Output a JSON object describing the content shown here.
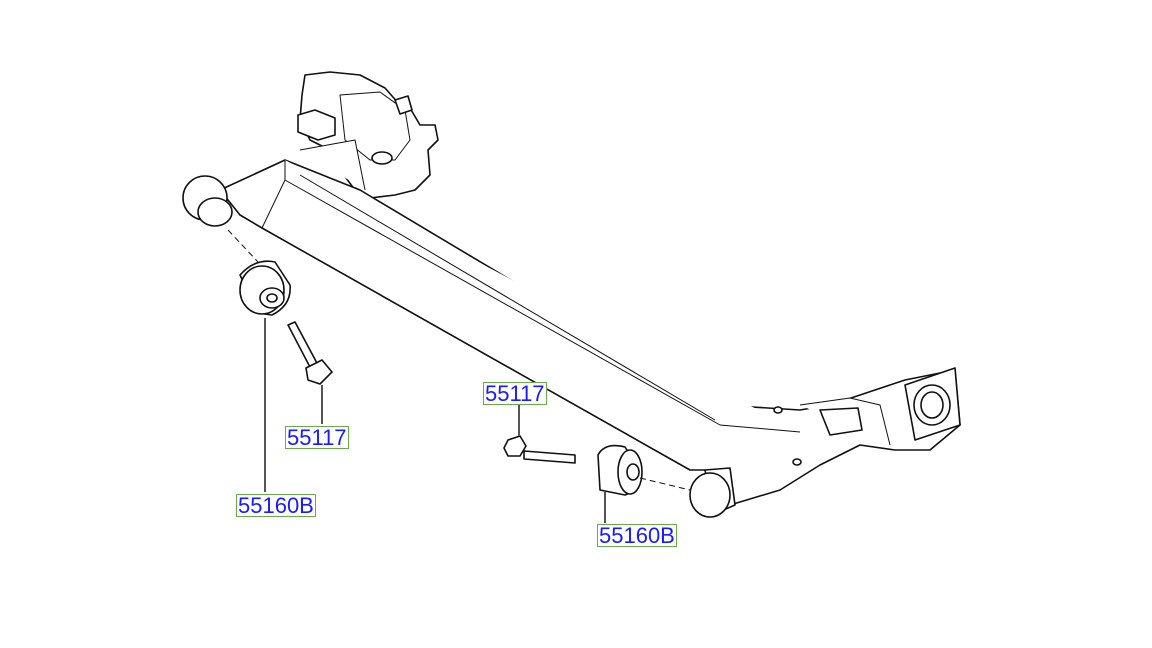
{
  "diagram": {
    "labels": [
      {
        "id": "bolt-left",
        "text": "55117"
      },
      {
        "id": "bushing-left",
        "text": "55160B"
      },
      {
        "id": "bolt-right",
        "text": "55117"
      },
      {
        "id": "bushing-right",
        "text": "55160B"
      }
    ]
  }
}
